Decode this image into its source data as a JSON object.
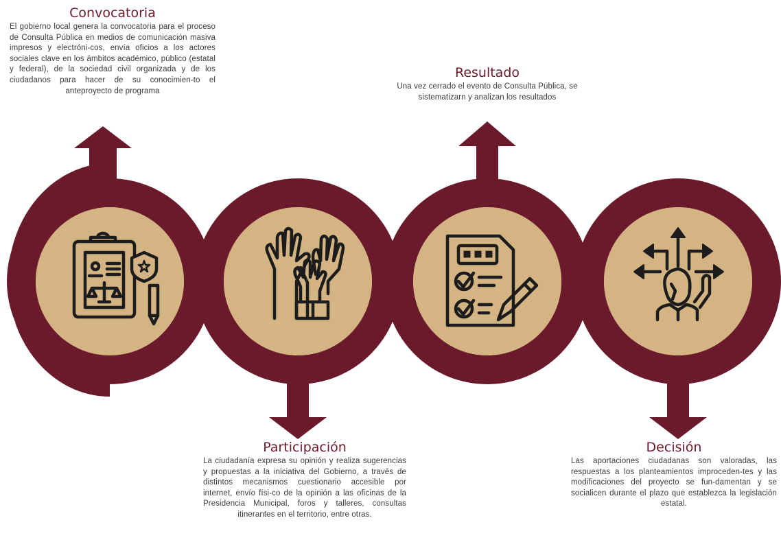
{
  "colors": {
    "maroon": "#6b1a2c",
    "sand": "#d4b483",
    "icon": "#1c1c1c",
    "title": "#6b1a2c",
    "text": "#3a3a3a"
  },
  "steps": [
    {
      "title": "Convocatoria",
      "text": "El gobierno local genera la convocatoria para el proceso de Consulta Pública en medios de comunicación masiva impresos y electróni-cos, envía oficios a los actores sociales clave en los ámbitos académico, público (estatal y federal), de la sociedad civil organizada y de los ciudadanos para hacer de su conocimien-to el anteproyecto de programa",
      "icon": "clipboard-justice-icon",
      "arrow": "up"
    },
    {
      "title": "Participación",
      "text": "La ciudadanía expresa su opinión y realiza sugerencias y propuestas a la iniciativa del Gobierno, a través de distintos mecanismos cuestionario accesible por internet, envío físi-co de la opinión a las oficinas de la Presidencia Municipal, foros y talleres, consultas itinerantes en el territorio, entre otras.",
      "icon": "raised-hands-icon",
      "arrow": "down"
    },
    {
      "title": "Resultado",
      "text": "Una vez cerrado el evento de Consulta Pública, se sistematizarn y analizan los resultados",
      "icon": "checklist-pencil-icon",
      "arrow": "up"
    },
    {
      "title": "Decisión",
      "text": "Las aportaciones ciudadanas son valoradas, las respuestas a los planteamientos improceden-tes y las modificaciones del proyecto se fun-damentan y se socialicen durante el plazo que establezca la legislación estatal.",
      "icon": "decision-arrows-person-icon",
      "arrow": "down"
    }
  ]
}
